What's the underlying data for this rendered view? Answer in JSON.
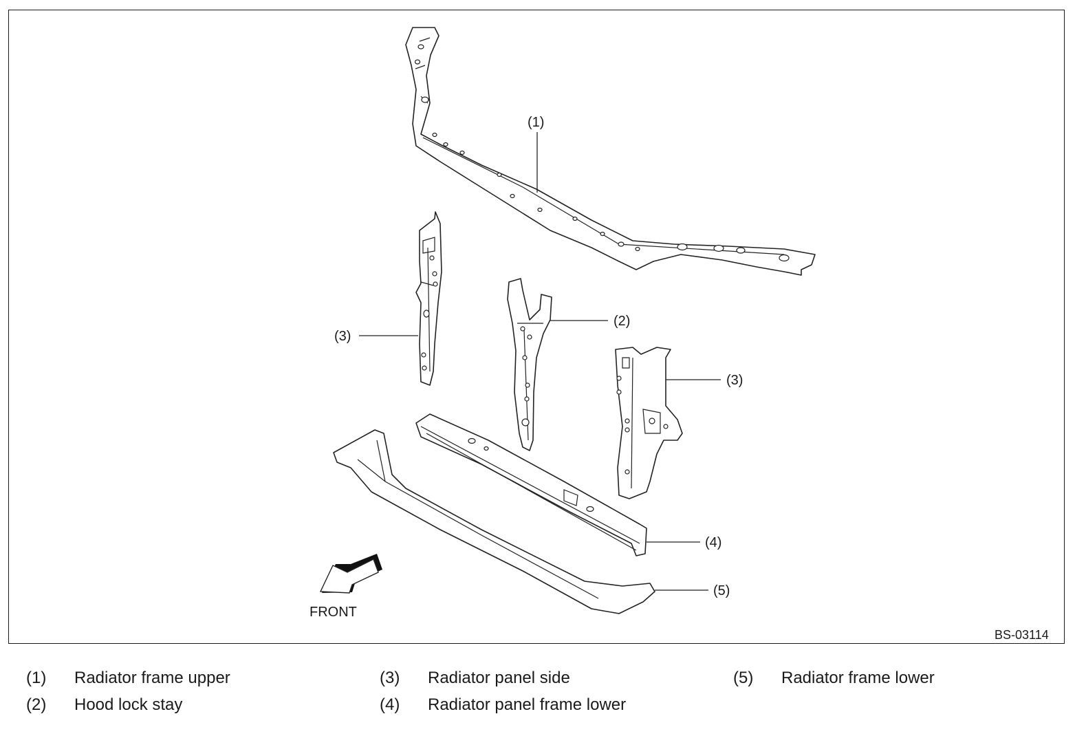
{
  "diagram": {
    "callouts": {
      "c1": "(1)",
      "c2": "(2)",
      "c3a": "(3)",
      "c3b": "(3)",
      "c4": "(4)",
      "c5": "(5)"
    },
    "front_label": "FRONT",
    "figure_code": "BS-03114"
  },
  "legend": {
    "items": [
      {
        "num": "(1)",
        "text": "Radiator frame upper"
      },
      {
        "num": "(2)",
        "text": "Hood lock stay"
      },
      {
        "num": "(3)",
        "text": "Radiator panel side"
      },
      {
        "num": "(4)",
        "text": "Radiator panel frame lower"
      },
      {
        "num": "(5)",
        "text": "Radiator frame lower"
      }
    ]
  }
}
